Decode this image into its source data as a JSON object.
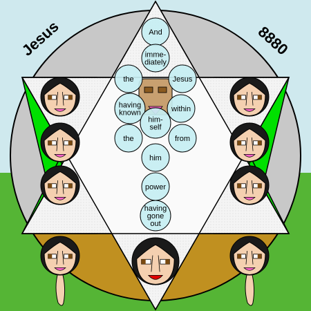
{
  "corner_left": "Jesus",
  "corner_right": "8880",
  "circle_words": [
    [
      "And"
    ],
    [
      "imme-",
      "diately"
    ],
    [
      "the"
    ],
    [
      "Jesus"
    ],
    [
      "having",
      "known"
    ],
    [
      "within"
    ],
    [
      "him-",
      "self"
    ],
    [
      "the"
    ],
    [
      "from"
    ],
    [
      "him"
    ],
    [
      "power"
    ],
    [
      "having",
      "gone",
      "out"
    ]
  ],
  "colors": {
    "sky": "#cfe9ee",
    "grass": "#55b535",
    "ring": "#c8c8c8",
    "ground": "#c09020",
    "green_triangle": "#00e000",
    "bubble": "#c6eef2",
    "star": "#f2f2f2",
    "skin": "#f4d0b0",
    "hair": "#1a1a1a"
  }
}
